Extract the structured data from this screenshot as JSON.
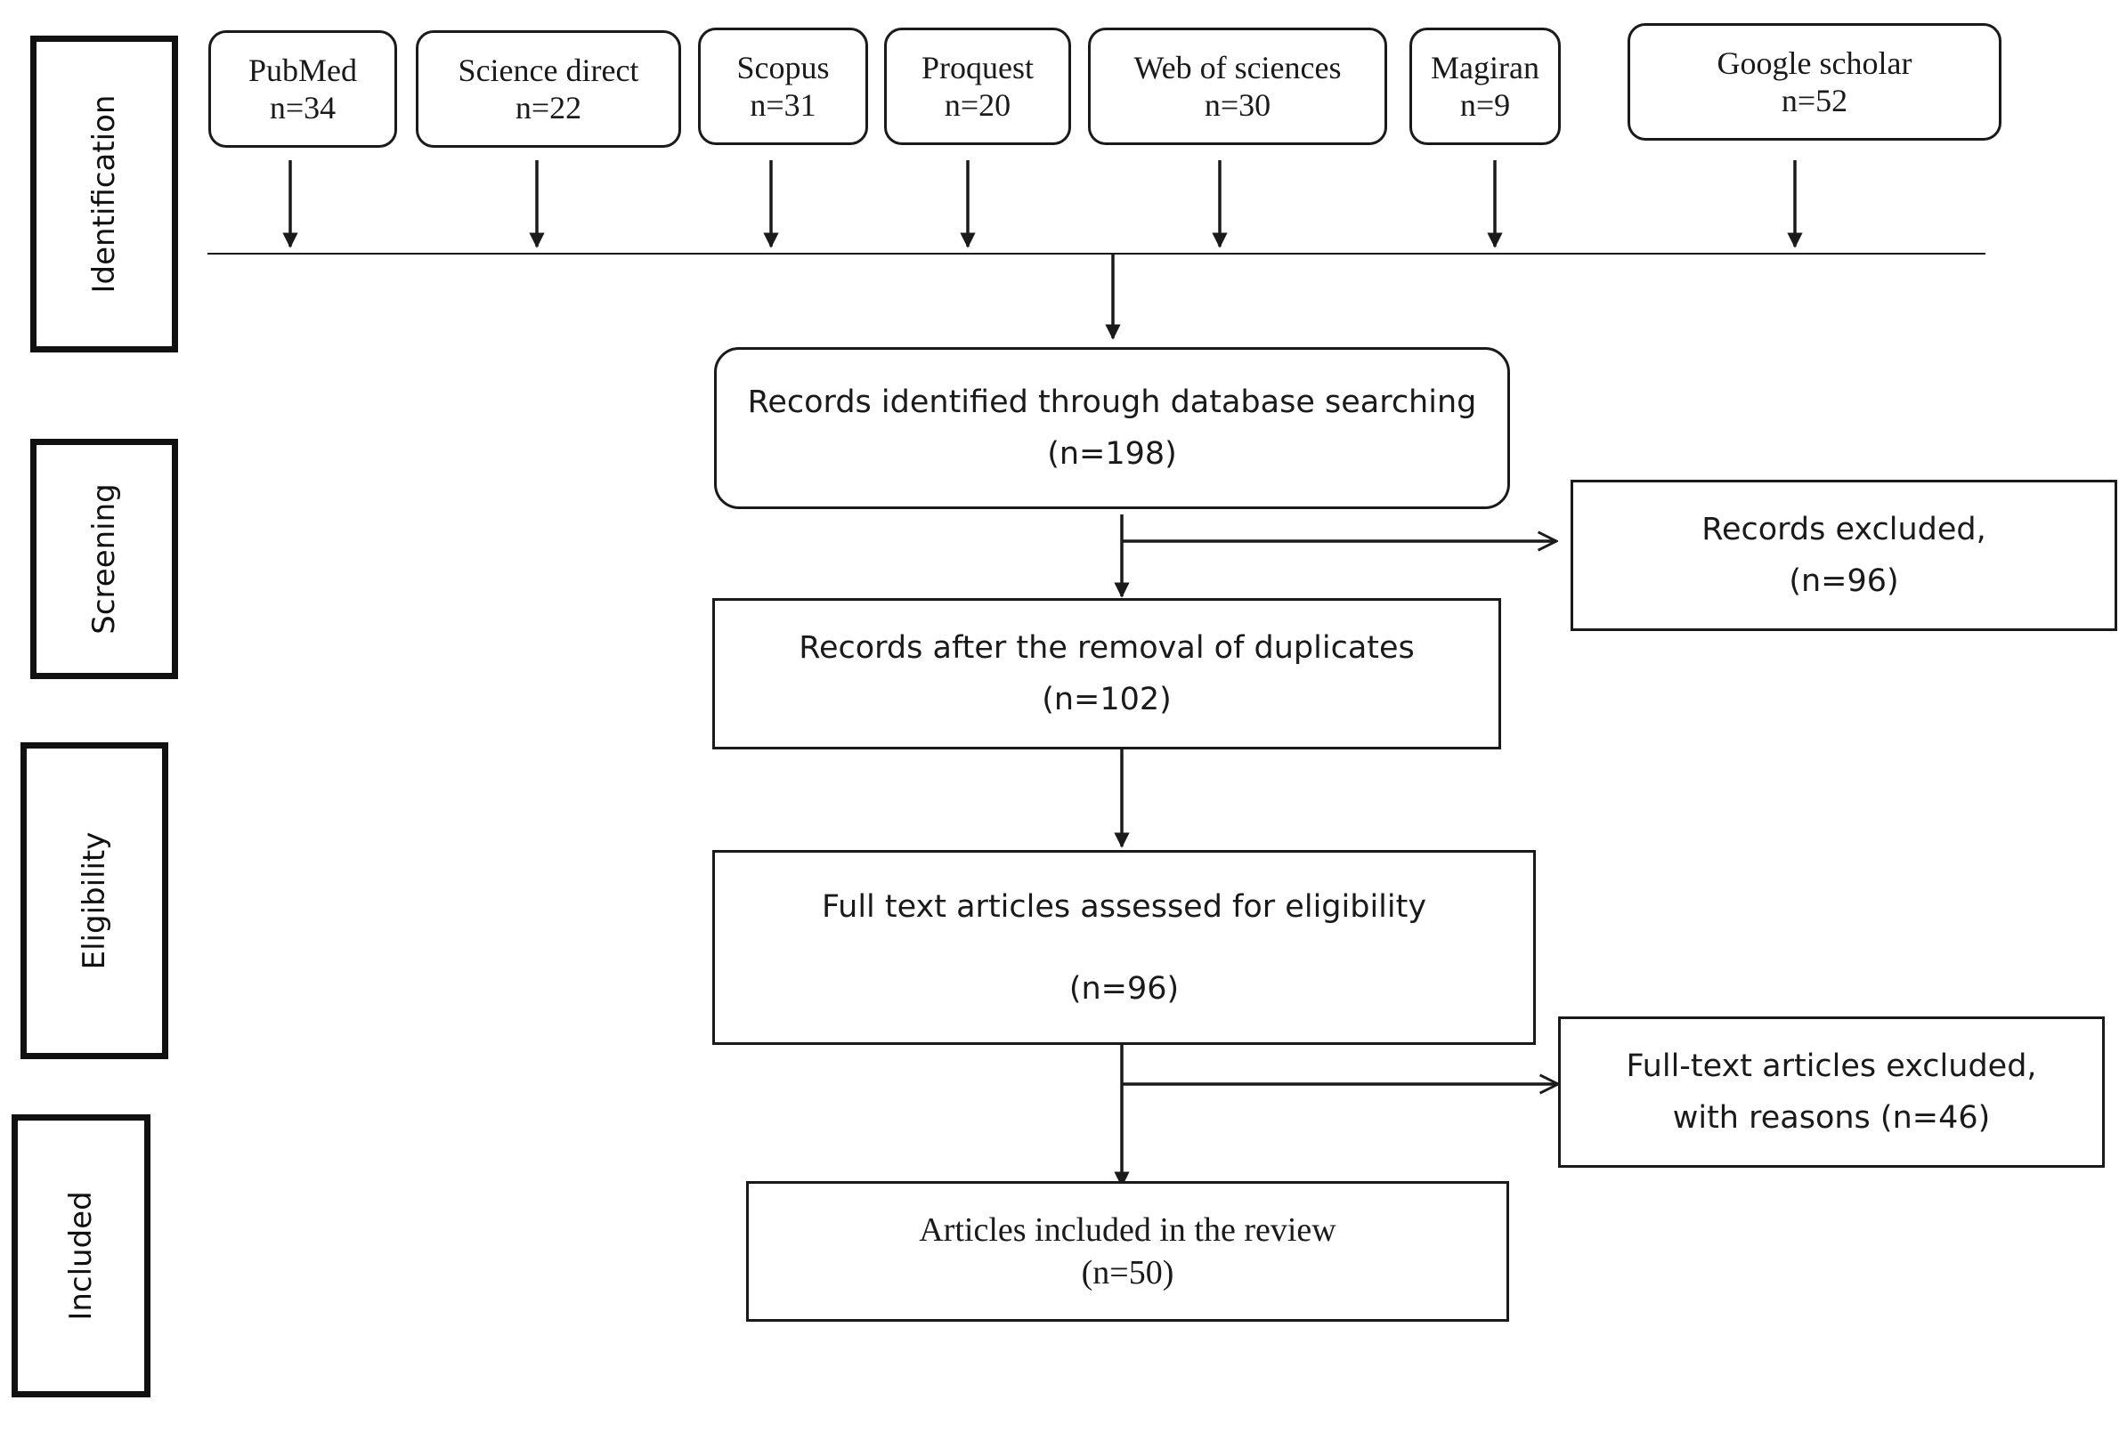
{
  "phases": {
    "identification": "Identification",
    "screening": "Screening",
    "eligibility": "Eligibility",
    "included": "Included"
  },
  "databases": [
    {
      "name": "PubMed",
      "count": "n=34"
    },
    {
      "name": "Science direct",
      "count": "n=22"
    },
    {
      "name": "Scopus",
      "count": "n=31"
    },
    {
      "name": "Proquest",
      "count": "n=20"
    },
    {
      "name": "Web of sciences",
      "count": "n=30"
    },
    {
      "name": "Magiran",
      "count": "n=9"
    },
    {
      "name": "Google scholar",
      "count": "n=52"
    }
  ],
  "records_identified": {
    "label": "Records identified through database searching",
    "count": "(n=198)"
  },
  "records_excluded": {
    "label": "Records excluded,",
    "count": "(n=96)"
  },
  "records_after_duplicates": {
    "label": "Records after the removal of duplicates",
    "count": "(n=102)"
  },
  "full_text_assessed": {
    "label": "Full text articles assessed for eligibility",
    "count": "(n=96)"
  },
  "full_text_excluded": {
    "line1": "Full-text articles excluded,",
    "line2": "with reasons (n=46)"
  },
  "included_articles": {
    "label": "Articles included in the review",
    "count": "(n=50)"
  },
  "colors": {
    "stroke": "#1a1a1a",
    "background": "#ffffff"
  }
}
